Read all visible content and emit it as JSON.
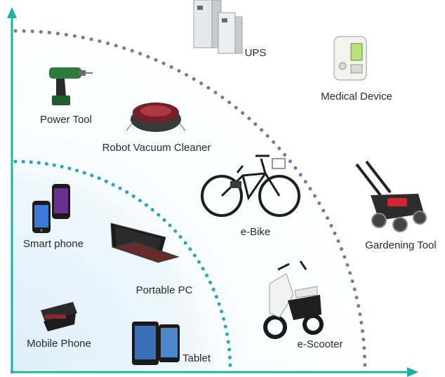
{
  "items": [
    {
      "key": "ups",
      "label": "UPS",
      "icon": "ups-cabinet-icon"
    },
    {
      "key": "medical",
      "label": "Medical Device",
      "icon": "infusion-pump-icon"
    },
    {
      "key": "power_tool",
      "label": "Power Tool",
      "icon": "power-drill-icon"
    },
    {
      "key": "vacuum",
      "label": "Robot Vacuum Cleaner",
      "icon": "robot-vacuum-icon"
    },
    {
      "key": "ebike",
      "label": "e-Bike",
      "icon": "ebike-icon"
    },
    {
      "key": "gardening",
      "label": "Gardening Tool",
      "icon": "lawn-mower-icon"
    },
    {
      "key": "smartphone",
      "label": "Smart phone",
      "icon": "smartphone-icon"
    },
    {
      "key": "portable_pc",
      "label": "Portable PC",
      "icon": "laptop-icon"
    },
    {
      "key": "mobile_phone",
      "label": "Mobile Phone",
      "icon": "flip-phone-icon"
    },
    {
      "key": "tablet",
      "label": "Tablet",
      "icon": "tablet-icon"
    },
    {
      "key": "escooter",
      "label": "e-Scooter",
      "icon": "escooter-icon"
    }
  ],
  "colors": {
    "axis": "#19b3a6",
    "outer_arc": "#7b74a8",
    "inner_arc": "#1fa7c9",
    "inner_fill": "#e8f4fb"
  }
}
